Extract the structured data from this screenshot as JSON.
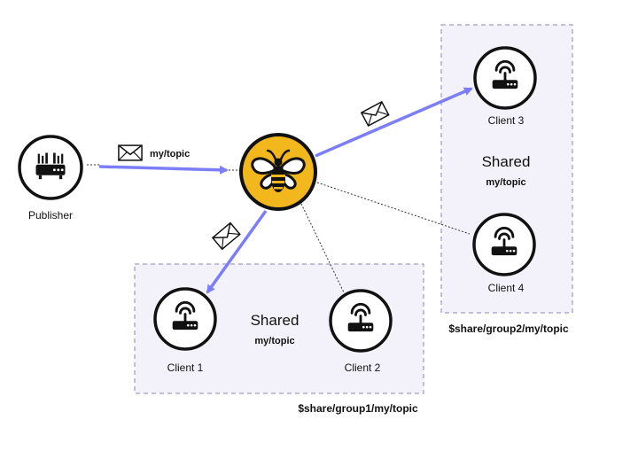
{
  "publisher": {
    "label": "Publisher",
    "topic": "my/topic"
  },
  "broker": {
    "icon": "bee-logo-icon"
  },
  "group1": {
    "shared_title": "Shared",
    "shared_topic": "my/topic",
    "caption": "$share/group1/my/topic",
    "clients": [
      "Client 1",
      "Client 2"
    ]
  },
  "group2": {
    "shared_title": "Shared",
    "shared_topic": "my/topic",
    "caption": "$share/group2/my/topic",
    "clients": [
      "Client 3",
      "Client 4"
    ]
  },
  "colors": {
    "arrow": "#7b7ef7",
    "broker_fill": "#f2b71c",
    "group_bg": "#f3f2fa",
    "group_border": "#8a87b4",
    "node_stroke": "#111111"
  },
  "icons": {
    "client": "router-wifi-icon",
    "message": "envelope-icon"
  }
}
